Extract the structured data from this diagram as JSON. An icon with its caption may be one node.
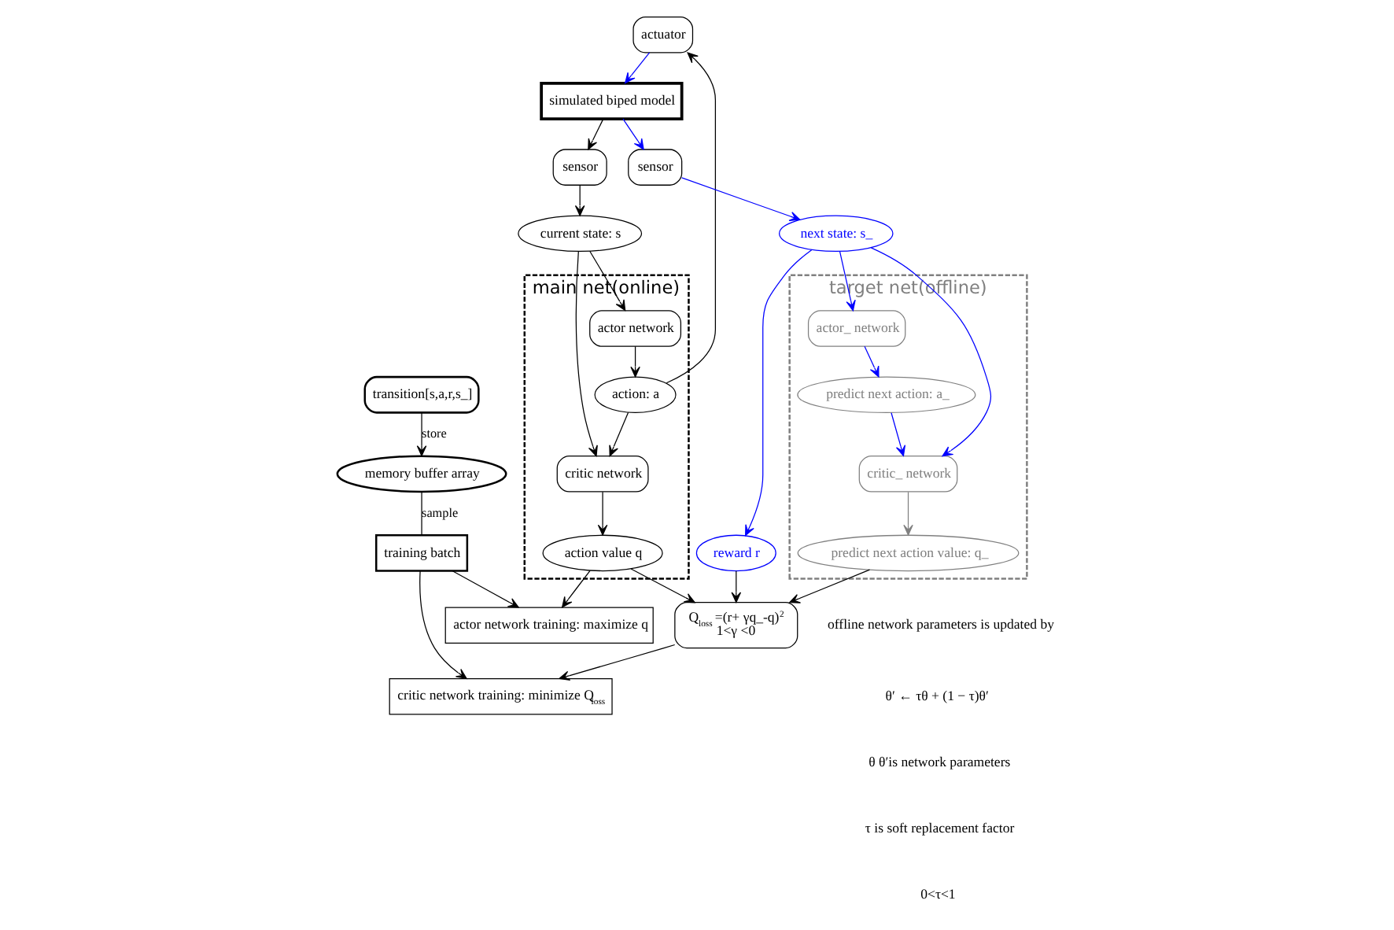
{
  "diagram": {
    "nodes": [
      {
        "text": [
          "transition[s,a,r,s_]"
        ]
      },
      {
        "text": [
          "memory buffer array"
        ]
      },
      {
        "text": [
          "training batch"
        ]
      },
      {
        "text": [
          "main net(online)"
        ]
      },
      {
        "text": [
          "actor network"
        ],
        "in": 3
      },
      {
        "text": [
          "action: a"
        ],
        "in": 3
      },
      {
        "text": [
          "critic network"
        ],
        "in": 3
      },
      {
        "text": [
          "action value q"
        ],
        "in": 3
      },
      {
        "text": [
          "current state: s"
        ]
      },
      {
        "text": [
          "sensor"
        ]
      },
      {
        "text": [
          "simulated biped model"
        ]
      },
      {
        "text": [
          "actuator"
        ]
      },
      {
        "text": [
          "actor network training: maximize q"
        ]
      },
      {
        "text": [
          "critic network training: minimize Q$_{loss}$"
        ]
      },
      {
        "text": [
          "Q$_{loss}$ =(r+ γq_-q)$^{2}$",
          "1<γ <0"
        ]
      },
      {
        "text": [
          "reward r"
        ]
      },
      {
        "text": [
          "sensor"
        ]
      },
      {
        "text": [
          "next state: s_"
        ]
      },
      {
        "text": [
          "target net(offline)"
        ]
      },
      {
        "text": [
          "actor_ network"
        ],
        "in": 18
      },
      {
        "text": [
          "predict next action: a_"
        ],
        "in": 18
      },
      {
        "text": [
          "critic_ network"
        ],
        "in": 18
      },
      {
        "text": [
          "predict next action value: q_"
        ],
        "in": 18
      }
    ],
    "edges": [
      {
        "from": 0,
        "to": 1,
        "arrow": "to",
        "label": "store"
      },
      {
        "from": 1,
        "to": 2,
        "arrow": "none",
        "label": "sample"
      },
      {
        "from": 2,
        "to": 12,
        "arrow": "to"
      },
      {
        "from": 2,
        "to": 13,
        "arrow": "to"
      },
      {
        "from": 10,
        "to": 9,
        "arrow": "to"
      },
      {
        "from": 9,
        "to": 8,
        "arrow": "to"
      },
      {
        "from": 8,
        "to": 4,
        "arrow": "to"
      },
      {
        "from": 8,
        "to": 6,
        "arrow": "to"
      },
      {
        "from": 4,
        "to": 5,
        "arrow": "to"
      },
      {
        "from": 5,
        "to": 6,
        "arrow": "to"
      },
      {
        "from": 5,
        "to": 11,
        "arrow": "to"
      },
      {
        "from": 11,
        "to": 10,
        "arrow": "to",
        "color": "#0000ff"
      },
      {
        "from": 6,
        "to": 7,
        "arrow": "to"
      },
      {
        "from": 7,
        "to": 12,
        "arrow": "to"
      },
      {
        "from": 7,
        "to": 14,
        "arrow": "to"
      },
      {
        "from": 14,
        "to": 13,
        "arrow": "to"
      },
      {
        "from": 15,
        "to": 14,
        "arrow": "to"
      },
      {
        "from": 10,
        "to": 16,
        "arrow": "to",
        "color": "#0000ff"
      },
      {
        "from": 16,
        "to": 17,
        "arrow": "to",
        "color": "#0000ff"
      },
      {
        "from": 17,
        "to": 15,
        "arrow": "to",
        "color": "#0000ff"
      },
      {
        "from": 17,
        "to": 19,
        "arrow": "to",
        "color": "#0000ff"
      },
      {
        "from": 17,
        "to": 21,
        "arrow": "to",
        "color": "#0000ff"
      },
      {
        "from": 19,
        "to": 20,
        "arrow": "to",
        "color": "#0000ff"
      },
      {
        "from": 20,
        "to": 21,
        "arrow": "to",
        "color": "#0000ff"
      },
      {
        "from": 21,
        "to": 22,
        "arrow": "to",
        "color": "#808080"
      },
      {
        "from": 22,
        "to": 14,
        "arrow": "to"
      }
    ],
    "labels": [
      "offline network parameters is updated by",
      "θ′ ← τθ + (1 − τ)θ′",
      "θ θ′is network parameters",
      "τ is soft replacement factor",
      "0<τ<1"
    ]
  }
}
